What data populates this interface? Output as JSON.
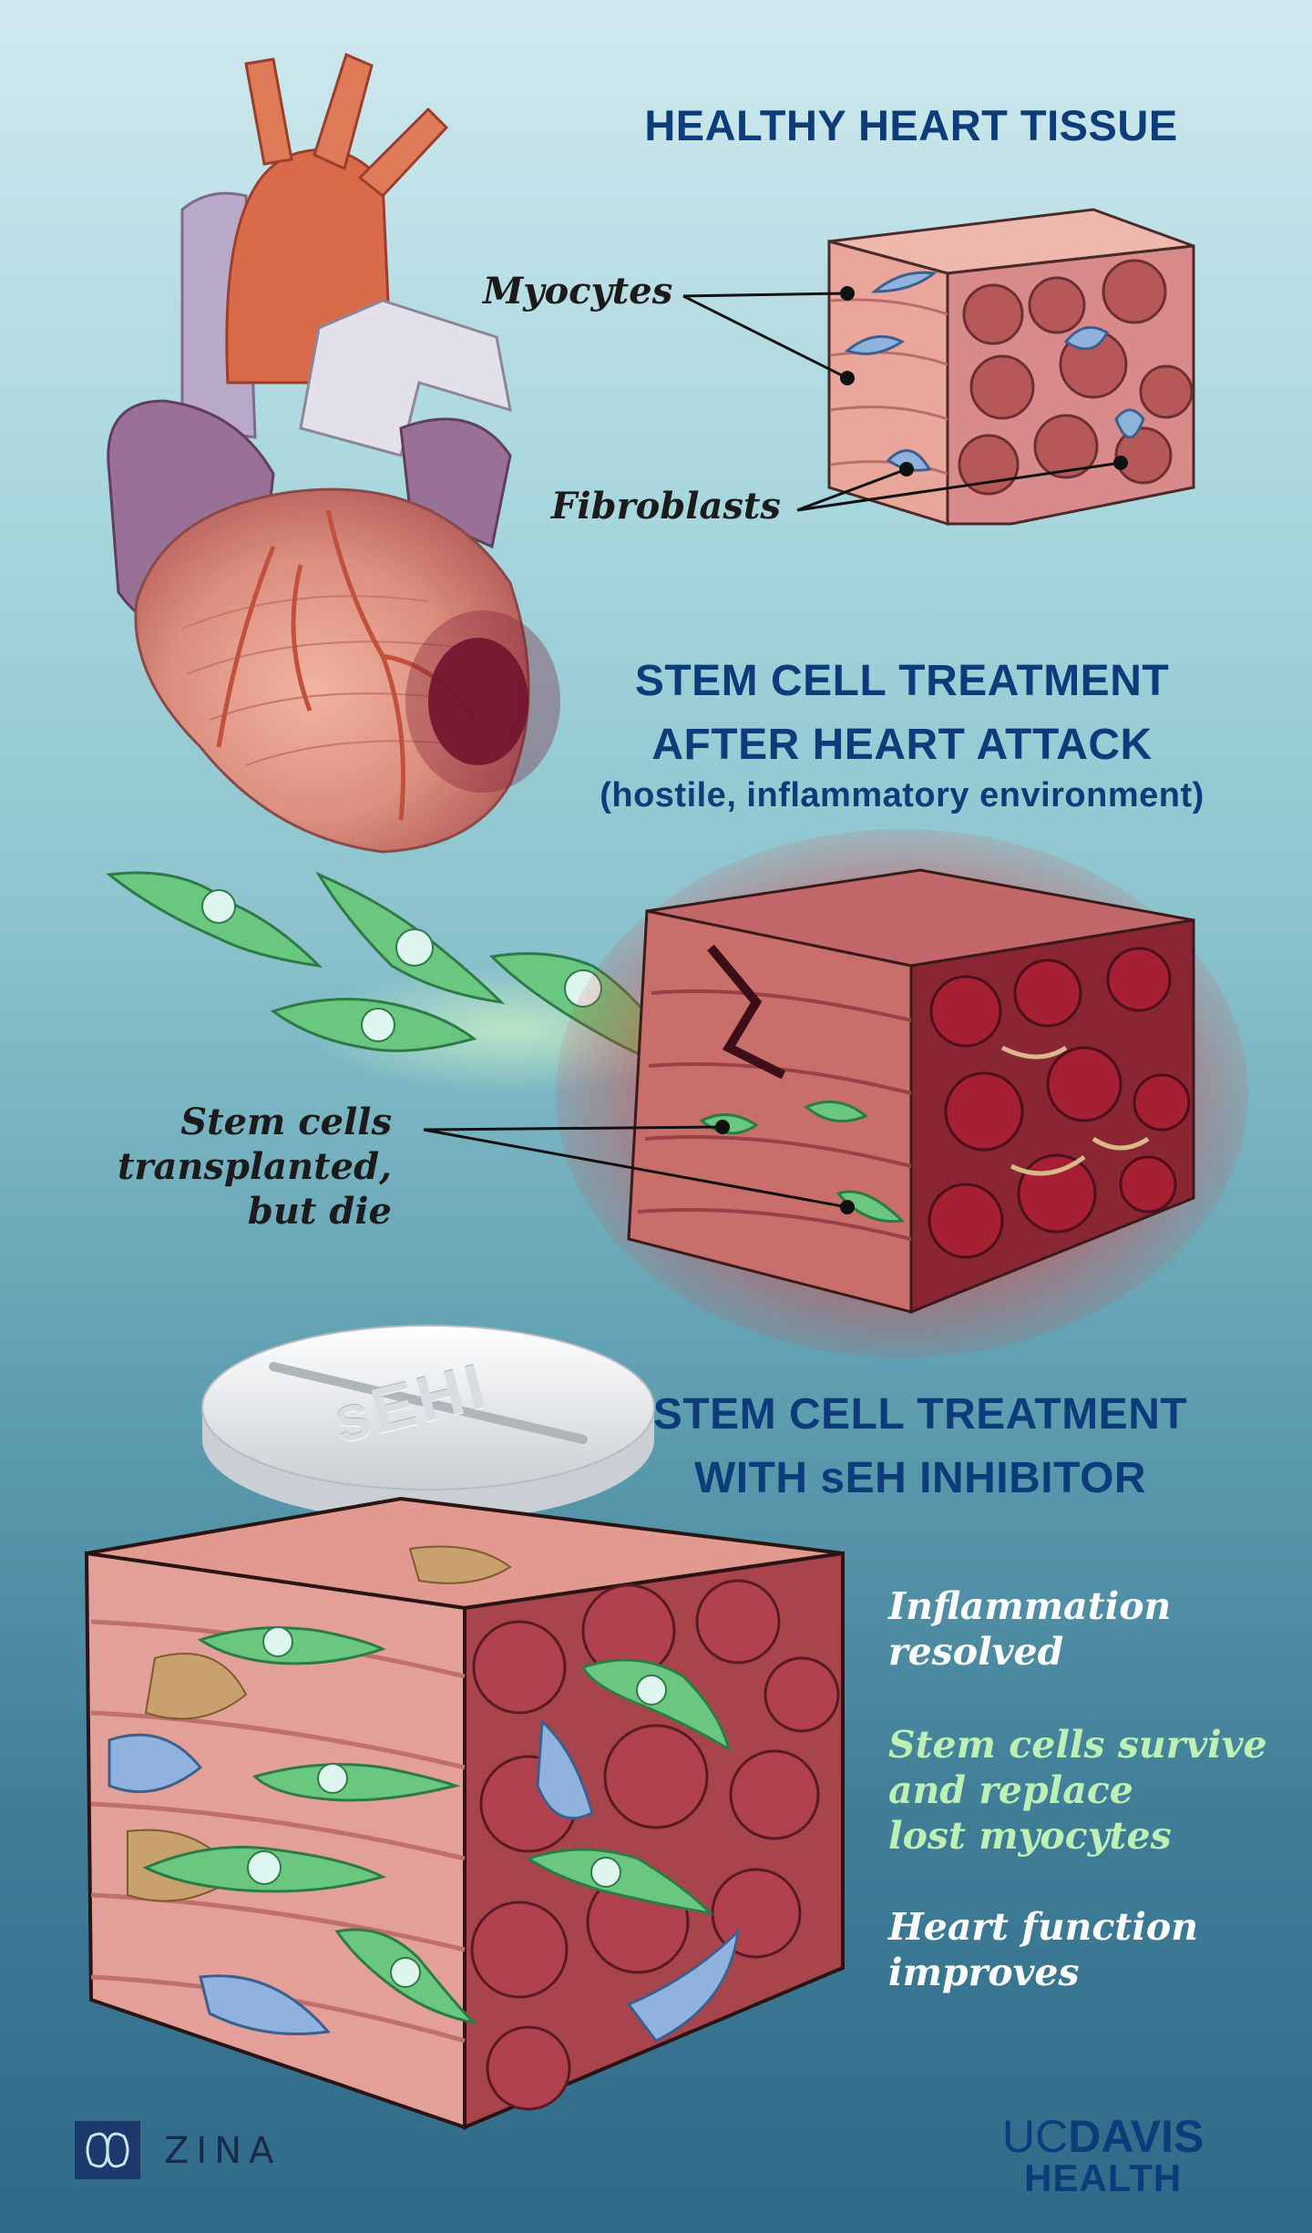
{
  "sections": {
    "healthy": {
      "title": "HEALTHY HEART TISSUE",
      "label_myocytes": "Myocytes",
      "label_fibroblasts": "Fibroblasts"
    },
    "after_attack": {
      "title_line1": "STEM CELL TREATMENT",
      "title_line2": "AFTER HEART ATTACK",
      "subtitle": "(hostile, inflammatory environment)",
      "stem_label_lines": [
        "Stem cells",
        "transplanted,",
        "but die"
      ]
    },
    "inhibitor": {
      "title_line1": "STEM CELL TREATMENT",
      "title_line2": "WITH sEH INHIBITOR",
      "pill_text": "sEHI",
      "result1_lines": [
        "Inflammation",
        "resolved"
      ],
      "result2_lines": [
        "Stem cells survive",
        "and replace",
        "lost myocytes"
      ],
      "result3_lines": [
        "Heart function",
        "improves"
      ]
    }
  },
  "credits": {
    "artist": "ZINA",
    "logo_uc": "UC",
    "logo_davis": "DAVIS",
    "logo_health": "HEALTH"
  },
  "colors": {
    "heading": "#0d3c7a",
    "myocyte": "#d98a8a",
    "fibroblast": "#8fb3dc",
    "stem_cell": "#69c77f",
    "damaged_tissue": "#8a2533"
  }
}
